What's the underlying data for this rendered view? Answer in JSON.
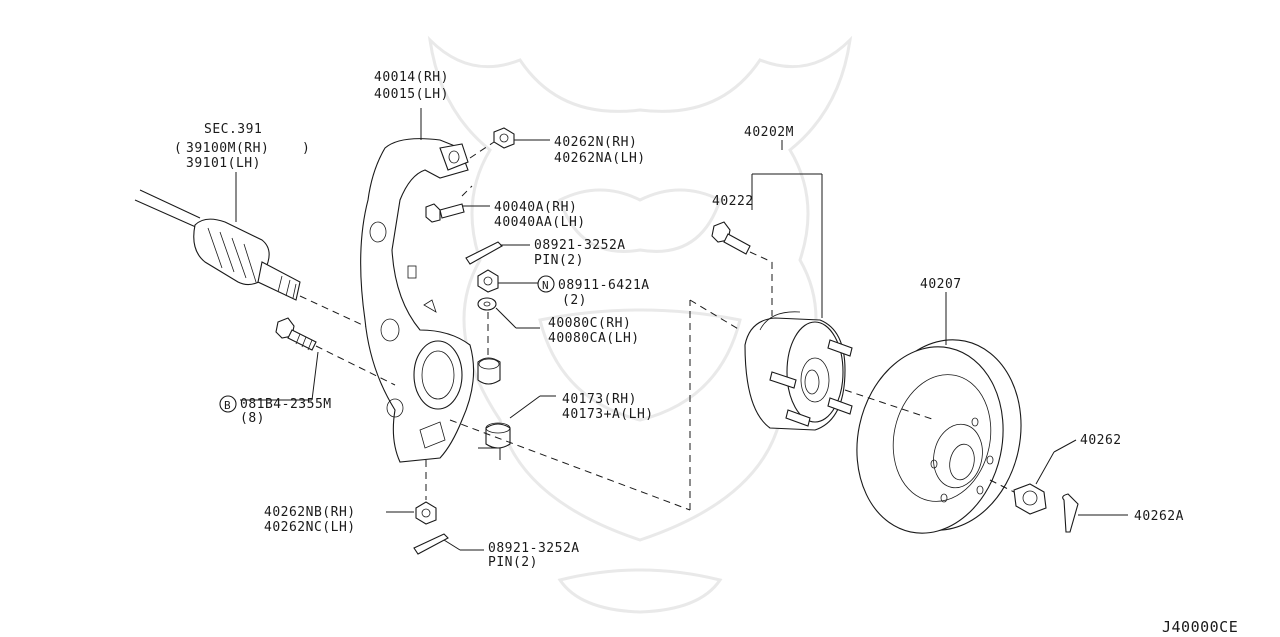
{
  "diagram_code": "J40000CE",
  "labels": {
    "knuckle": [
      "40014(RH)",
      "40015(LH)"
    ],
    "driveshaft": [
      "SEC.391",
      "39100M(RH)",
      "39101(LH)"
    ],
    "top_nut": [
      "40262N(RH)",
      "40262NA(LH)"
    ],
    "top_bolt": [
      "40040A(RH)",
      "40040AA(LH)"
    ],
    "pin_top": [
      "08921-3252A",
      "PIN(2)"
    ],
    "n_nut": [
      "08911-6421A",
      "(2)"
    ],
    "washer": [
      "40080C(RH)",
      "40080CA(LH)"
    ],
    "bushing": [
      "40173(RH)",
      "40173+A(LH)"
    ],
    "b_bolt": [
      "081B4-2355M",
      "(8)"
    ],
    "lower_nut": [
      "40262NB(RH)",
      "40262NC(LH)"
    ],
    "pin_bottom": [
      "08921-3252A",
      "PIN(2)"
    ],
    "hub": "40202M",
    "hub_bolt": "40222",
    "rotor": "40207",
    "axle_nut": "40262",
    "cotter": "40262A"
  },
  "markers": {
    "n": "N",
    "b": "B"
  }
}
